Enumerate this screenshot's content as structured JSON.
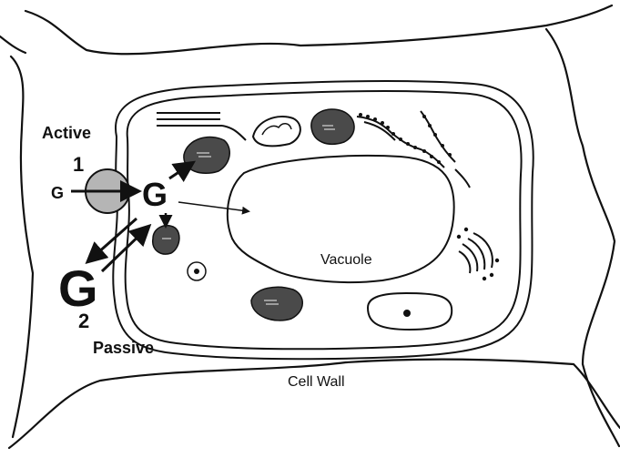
{
  "labels": {
    "active": "Active",
    "num1": "1",
    "g_outside_small": "G",
    "g_inside": "G",
    "g_big": "G",
    "num2": "2",
    "passive": "Passive",
    "vacuole": "Vacuole",
    "cell_wall": "Cell Wall"
  },
  "colors": {
    "line": "#111111",
    "organelle_fill": "#4a4a4a",
    "transporter_fill": "#b5b5b5",
    "background": "#ffffff"
  }
}
